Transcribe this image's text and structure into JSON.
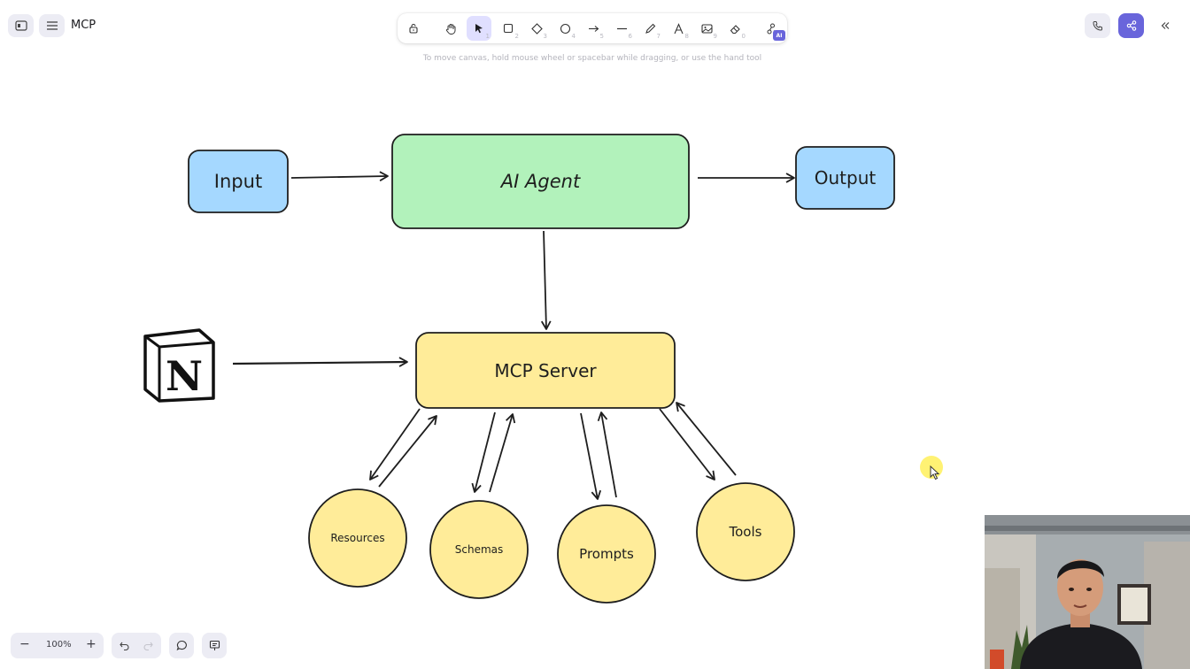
{
  "header": {
    "title": "MCP"
  },
  "toolbar": {
    "tools": [
      {
        "name": "lock-icon",
        "key": ""
      },
      {
        "name": "hand-icon",
        "key": ""
      },
      {
        "name": "selection-icon",
        "key": "1"
      },
      {
        "name": "rectangle-icon",
        "key": "2"
      },
      {
        "name": "diamond-icon",
        "key": "3"
      },
      {
        "name": "ellipse-icon",
        "key": "4"
      },
      {
        "name": "arrow-icon",
        "key": "5"
      },
      {
        "name": "line-icon",
        "key": "6"
      },
      {
        "name": "draw-icon",
        "key": "7"
      },
      {
        "name": "text-icon",
        "key": "8"
      },
      {
        "name": "image-icon",
        "key": "9"
      },
      {
        "name": "eraser-icon",
        "key": "0"
      },
      {
        "name": "ai-tools-icon",
        "key": ""
      }
    ],
    "ai_badge": "AI",
    "hint": "To move canvas, hold mouse wheel or spacebar while dragging, or use the hand tool"
  },
  "diagram": {
    "input": "Input",
    "agent": "AI Agent",
    "output": "Output",
    "server": "MCP Server",
    "notion_logo": "N",
    "resources": "Resources",
    "schemas": "Schemas",
    "prompts": "Prompts",
    "tools": "Tools"
  },
  "footer": {
    "zoom_out": "−",
    "zoom_level": "100%",
    "zoom_in": "+"
  },
  "colors": {
    "blue_fill": "#a5d8ff",
    "green_fill": "#b2f2bb",
    "yellow_fill": "#ffec99",
    "accent": "#6965db",
    "stroke": "#1e1e1e"
  }
}
